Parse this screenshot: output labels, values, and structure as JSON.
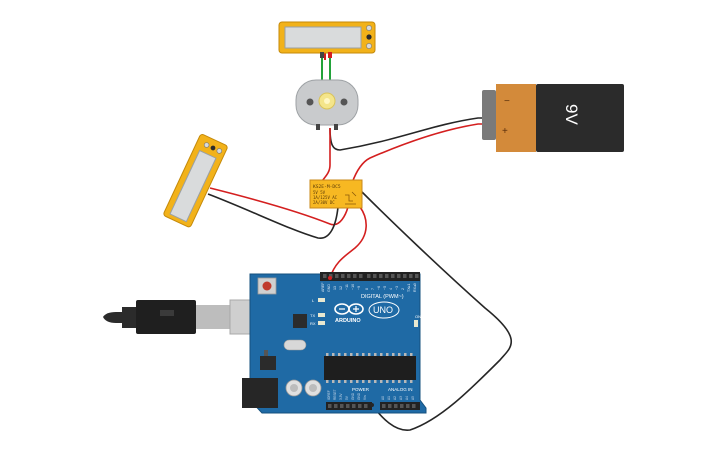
{
  "battery": {
    "voltage_label": "9V",
    "minus_label": "−",
    "plus_label": "+"
  },
  "relay": {
    "lines": [
      "KS2E-M-DC5",
      "5V  5V",
      "1A/125V AC",
      "2A/30V DC"
    ]
  },
  "arduino": {
    "digital_header": "DIGITAL (PWM~)",
    "logo_text": "ARDUINO",
    "uno_text": "UNO",
    "power_header": "POWER",
    "analog_header": "ANALOG IN",
    "led_labels": [
      "L",
      "TX",
      "RX"
    ],
    "on_label": "ON",
    "top_pin_labels": [
      "AREF",
      "GND",
      "13",
      "12",
      "~11",
      "~10",
      "~9",
      "8",
      "7",
      "~6",
      "~5",
      "4",
      "~3",
      "2",
      "TX▸1",
      "RX◂0"
    ],
    "power_pin_labels": [
      "IOREF",
      "RESET",
      "3.3V",
      "5V",
      "GND",
      "GND",
      "Vin"
    ],
    "analog_pin_labels": [
      "A0",
      "A1",
      "A2",
      "A3",
      "A4",
      "A5"
    ]
  },
  "colors": {
    "wire_red": "#d41f1f",
    "wire_black": "#262626",
    "wire_green": "#22a33a",
    "board_blue": "#1f6aa5",
    "sensor_yellow": "#f2b21a",
    "battery_orange": "#d38a3a",
    "battery_dark": "#2b2b2b"
  }
}
